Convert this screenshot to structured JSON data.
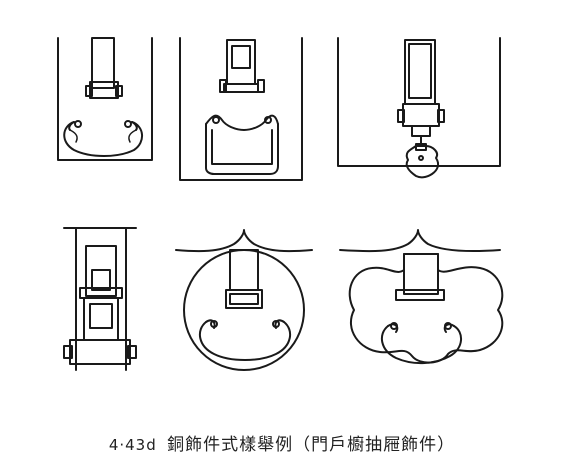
{
  "caption": {
    "figure_number": "4·43d",
    "title": "銅飾件式樣舉例（門戶櫥抽屜飾件）"
  },
  "colors": {
    "ink": "#1a1a1a",
    "background": "#ffffff"
  },
  "panels": [
    {
      "id": "fig-a",
      "description_icon": "bail-pull-plate"
    },
    {
      "id": "fig-b",
      "description_icon": "bail-pull-square-handle"
    },
    {
      "id": "fig-c",
      "description_icon": "hasp-with-lock-pendant"
    },
    {
      "id": "fig-d",
      "description_icon": "hasp-plate"
    },
    {
      "id": "fig-e",
      "description_icon": "round-plate-ring-pull"
    },
    {
      "id": "fig-f",
      "description_icon": "cloud-plate-ring-pull"
    }
  ]
}
